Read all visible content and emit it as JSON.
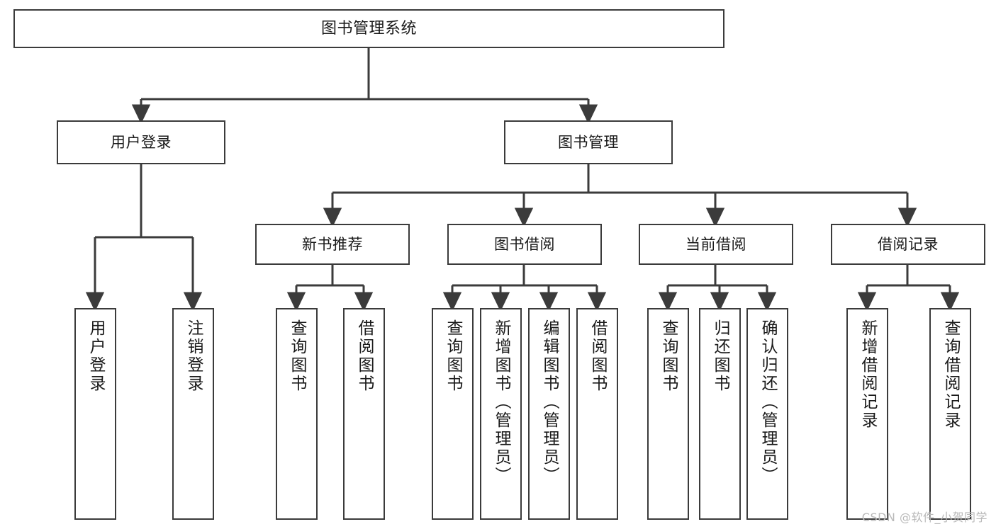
{
  "diagram": {
    "title": "图书管理系统",
    "type": "tree-hierarchy",
    "watermark": "CSDN @软件_小贺同学",
    "colors": {
      "box_border": "#3b3b3b",
      "box_fill": "#ffffff",
      "edge": "#3b3b3b",
      "text": "#1a1a1a",
      "watermark": "#b9b9b9",
      "background": "#ffffff"
    }
  },
  "nodes": {
    "root": {
      "label": "图书管理系统"
    },
    "level2": [
      {
        "label": "用户登录"
      },
      {
        "label": "图书管理"
      }
    ],
    "level3": [
      {
        "label": "新书推荐"
      },
      {
        "label": "图书借阅"
      },
      {
        "label": "当前借阅"
      },
      {
        "label": "借阅记录"
      }
    ],
    "leaves": [
      {
        "label": "用户登录",
        "parent": "用户登录"
      },
      {
        "label": "注销登录",
        "parent": "用户登录"
      },
      {
        "label": "查询图书",
        "parent": "新书推荐"
      },
      {
        "label": "借阅图书",
        "parent": "新书推荐"
      },
      {
        "label": "查询图书",
        "parent": "图书借阅"
      },
      {
        "label": "新增图书（管理员）",
        "parent": "图书借阅"
      },
      {
        "label": "编辑图书（管理员）",
        "parent": "图书借阅"
      },
      {
        "label": "借阅图书",
        "parent": "图书借阅"
      },
      {
        "label": "查询图书",
        "parent": "当前借阅"
      },
      {
        "label": "归还图书",
        "parent": "当前借阅"
      },
      {
        "label": "确认归还（管理员）",
        "parent": "当前借阅"
      },
      {
        "label": "新增借阅记录",
        "parent": "借阅记录"
      },
      {
        "label": "查询借阅记录",
        "parent": "借阅记录"
      }
    ]
  }
}
